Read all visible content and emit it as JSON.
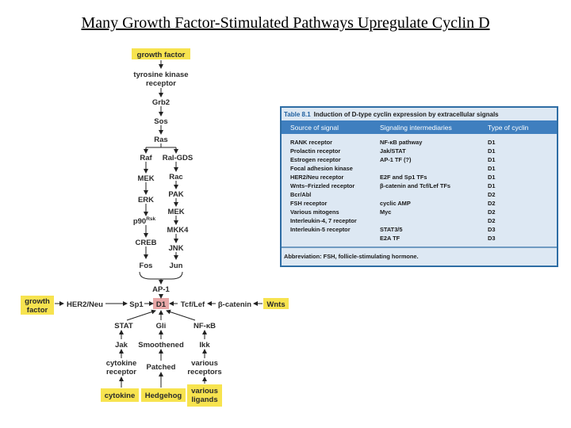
{
  "title": "Many Growth Factor-Stimulated Pathways Upregulate Cyclin D",
  "pathway": {
    "growth_factor_top": "growth factor",
    "tyrosine_kinase_1": "tyrosine kinase",
    "tyrosine_kinase_2": "receptor",
    "grb2": "Grb2",
    "sos": "Sos",
    "ras": "Ras",
    "raf": "Raf",
    "ral_gds": "Ral-GDS",
    "rac": "Rac",
    "mek_left": "MEK",
    "pak": "PAK",
    "erk": "ERK",
    "mek_right": "MEK",
    "p90": "p90",
    "rsk": "Rsk",
    "mkk4": "MKK4",
    "creb": "CREB",
    "jnk": "JNK",
    "fos": "Fos",
    "jun": "Jun",
    "ap1": "AP-1",
    "growth_factor_left_1": "growth",
    "growth_factor_left_2": "factor",
    "her2": "HER2/Neu",
    "sp1": "Sp1",
    "d1": "D1",
    "tcf": "Tcf/Lef",
    "catenin": "β-catenin",
    "wnts": "Wnts",
    "stat": "STAT",
    "gli": "Gli",
    "nfkb": "NF-κB",
    "jak": "Jak",
    "smoothened": "Smoothened",
    "ikk": "Ikk",
    "cytokine_receptor_1": "cytokine",
    "cytokine_receptor_2": "receptor",
    "patched": "Patched",
    "various_receptors_1": "various",
    "various_receptors_2": "receptors",
    "cytokine": "cytokine",
    "hedgehog": "Hedgehog",
    "various_ligands_1": "various",
    "various_ligands_2": "ligands"
  },
  "table": {
    "caption_number": "Table 8.1",
    "caption_text": "Induction of D-type cyclin expression by extracellular signals",
    "headers": [
      "Source of signal",
      "Signaling intermediaries",
      "Type of cyclin"
    ],
    "rows": [
      [
        "RANK receptor",
        "NF-κB pathway",
        "D1"
      ],
      [
        "Prolactin receptor",
        "Jak/STAT",
        "D1"
      ],
      [
        "Estrogen receptor",
        "AP-1 TF (?)",
        "D1"
      ],
      [
        "Focal adhesion kinase",
        "",
        "D1"
      ],
      [
        "HER2/Neu receptor",
        "E2F and Sp1 TFs",
        "D1"
      ],
      [
        "Wnts–Frizzled receptor",
        "β-catenin and Tcf/Lef TFs",
        "D1"
      ],
      [
        "Bcr/Abl",
        "",
        "D2"
      ],
      [
        "FSH receptor",
        "cyclic AMP",
        "D2"
      ],
      [
        "Various mitogens",
        "Myc",
        "D2"
      ],
      [
        "Interleukin-4, 7 receptor",
        "",
        "D2"
      ],
      [
        "Interleukin-5 receptor",
        "STAT3/5",
        "D3"
      ],
      [
        "",
        "E2A TF",
        "D3"
      ]
    ],
    "footnote": "Abbreviation: FSH, follicle-stimulating hormone."
  },
  "colors": {
    "highlight_yellow": "#f7e34f",
    "d1_pink": "#e8a7a7",
    "table_frame": "#2e6da4",
    "table_header": "#3f7fbf",
    "table_body": "#dde8f3"
  }
}
